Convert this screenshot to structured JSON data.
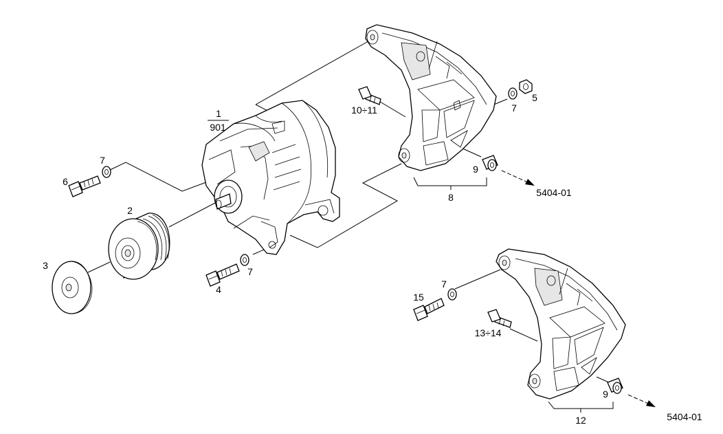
{
  "labels": {
    "alt_num": "1",
    "alt_den": "901",
    "pulley": "2",
    "cover": "3",
    "bolt_lower": "4",
    "nut": "5",
    "bolt_left": "6",
    "washer": "7",
    "bracket_upper": "8",
    "bushing": "9",
    "bolt_upper_range": "10÷11",
    "bracket_lower": "12",
    "bolt_lower_range": "13÷14",
    "bolt_15": "15",
    "ref": "5404-01"
  }
}
